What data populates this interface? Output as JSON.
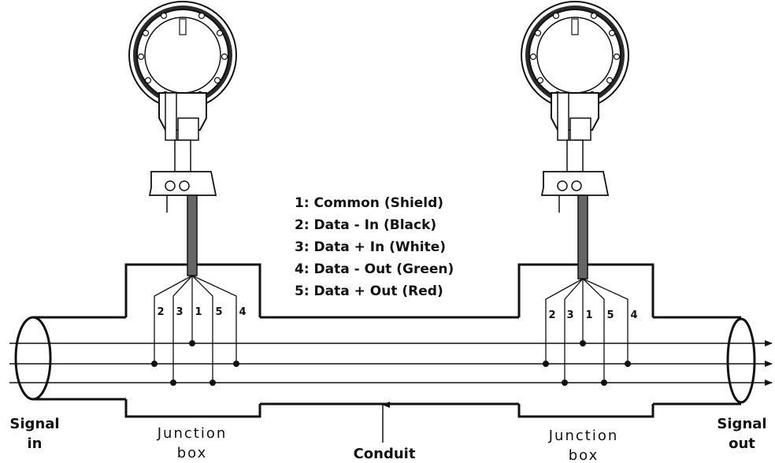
{
  "legend": [
    "1: Common (Shield)",
    "2: Data - In (Black)",
    "3: Data + In (White)",
    "4: Data - Out (Green)",
    "5: Data + Out (Red)"
  ],
  "wire_numbers": [
    "2",
    "3",
    "1",
    "5",
    "4"
  ],
  "labels": {
    "signal_in": [
      "Signal",
      "in"
    ],
    "signal_out": [
      "Signal",
      "out"
    ],
    "junction_box": [
      "Junction",
      "box"
    ],
    "conduit": "Conduit"
  },
  "devices": [
    "device",
    "device"
  ]
}
